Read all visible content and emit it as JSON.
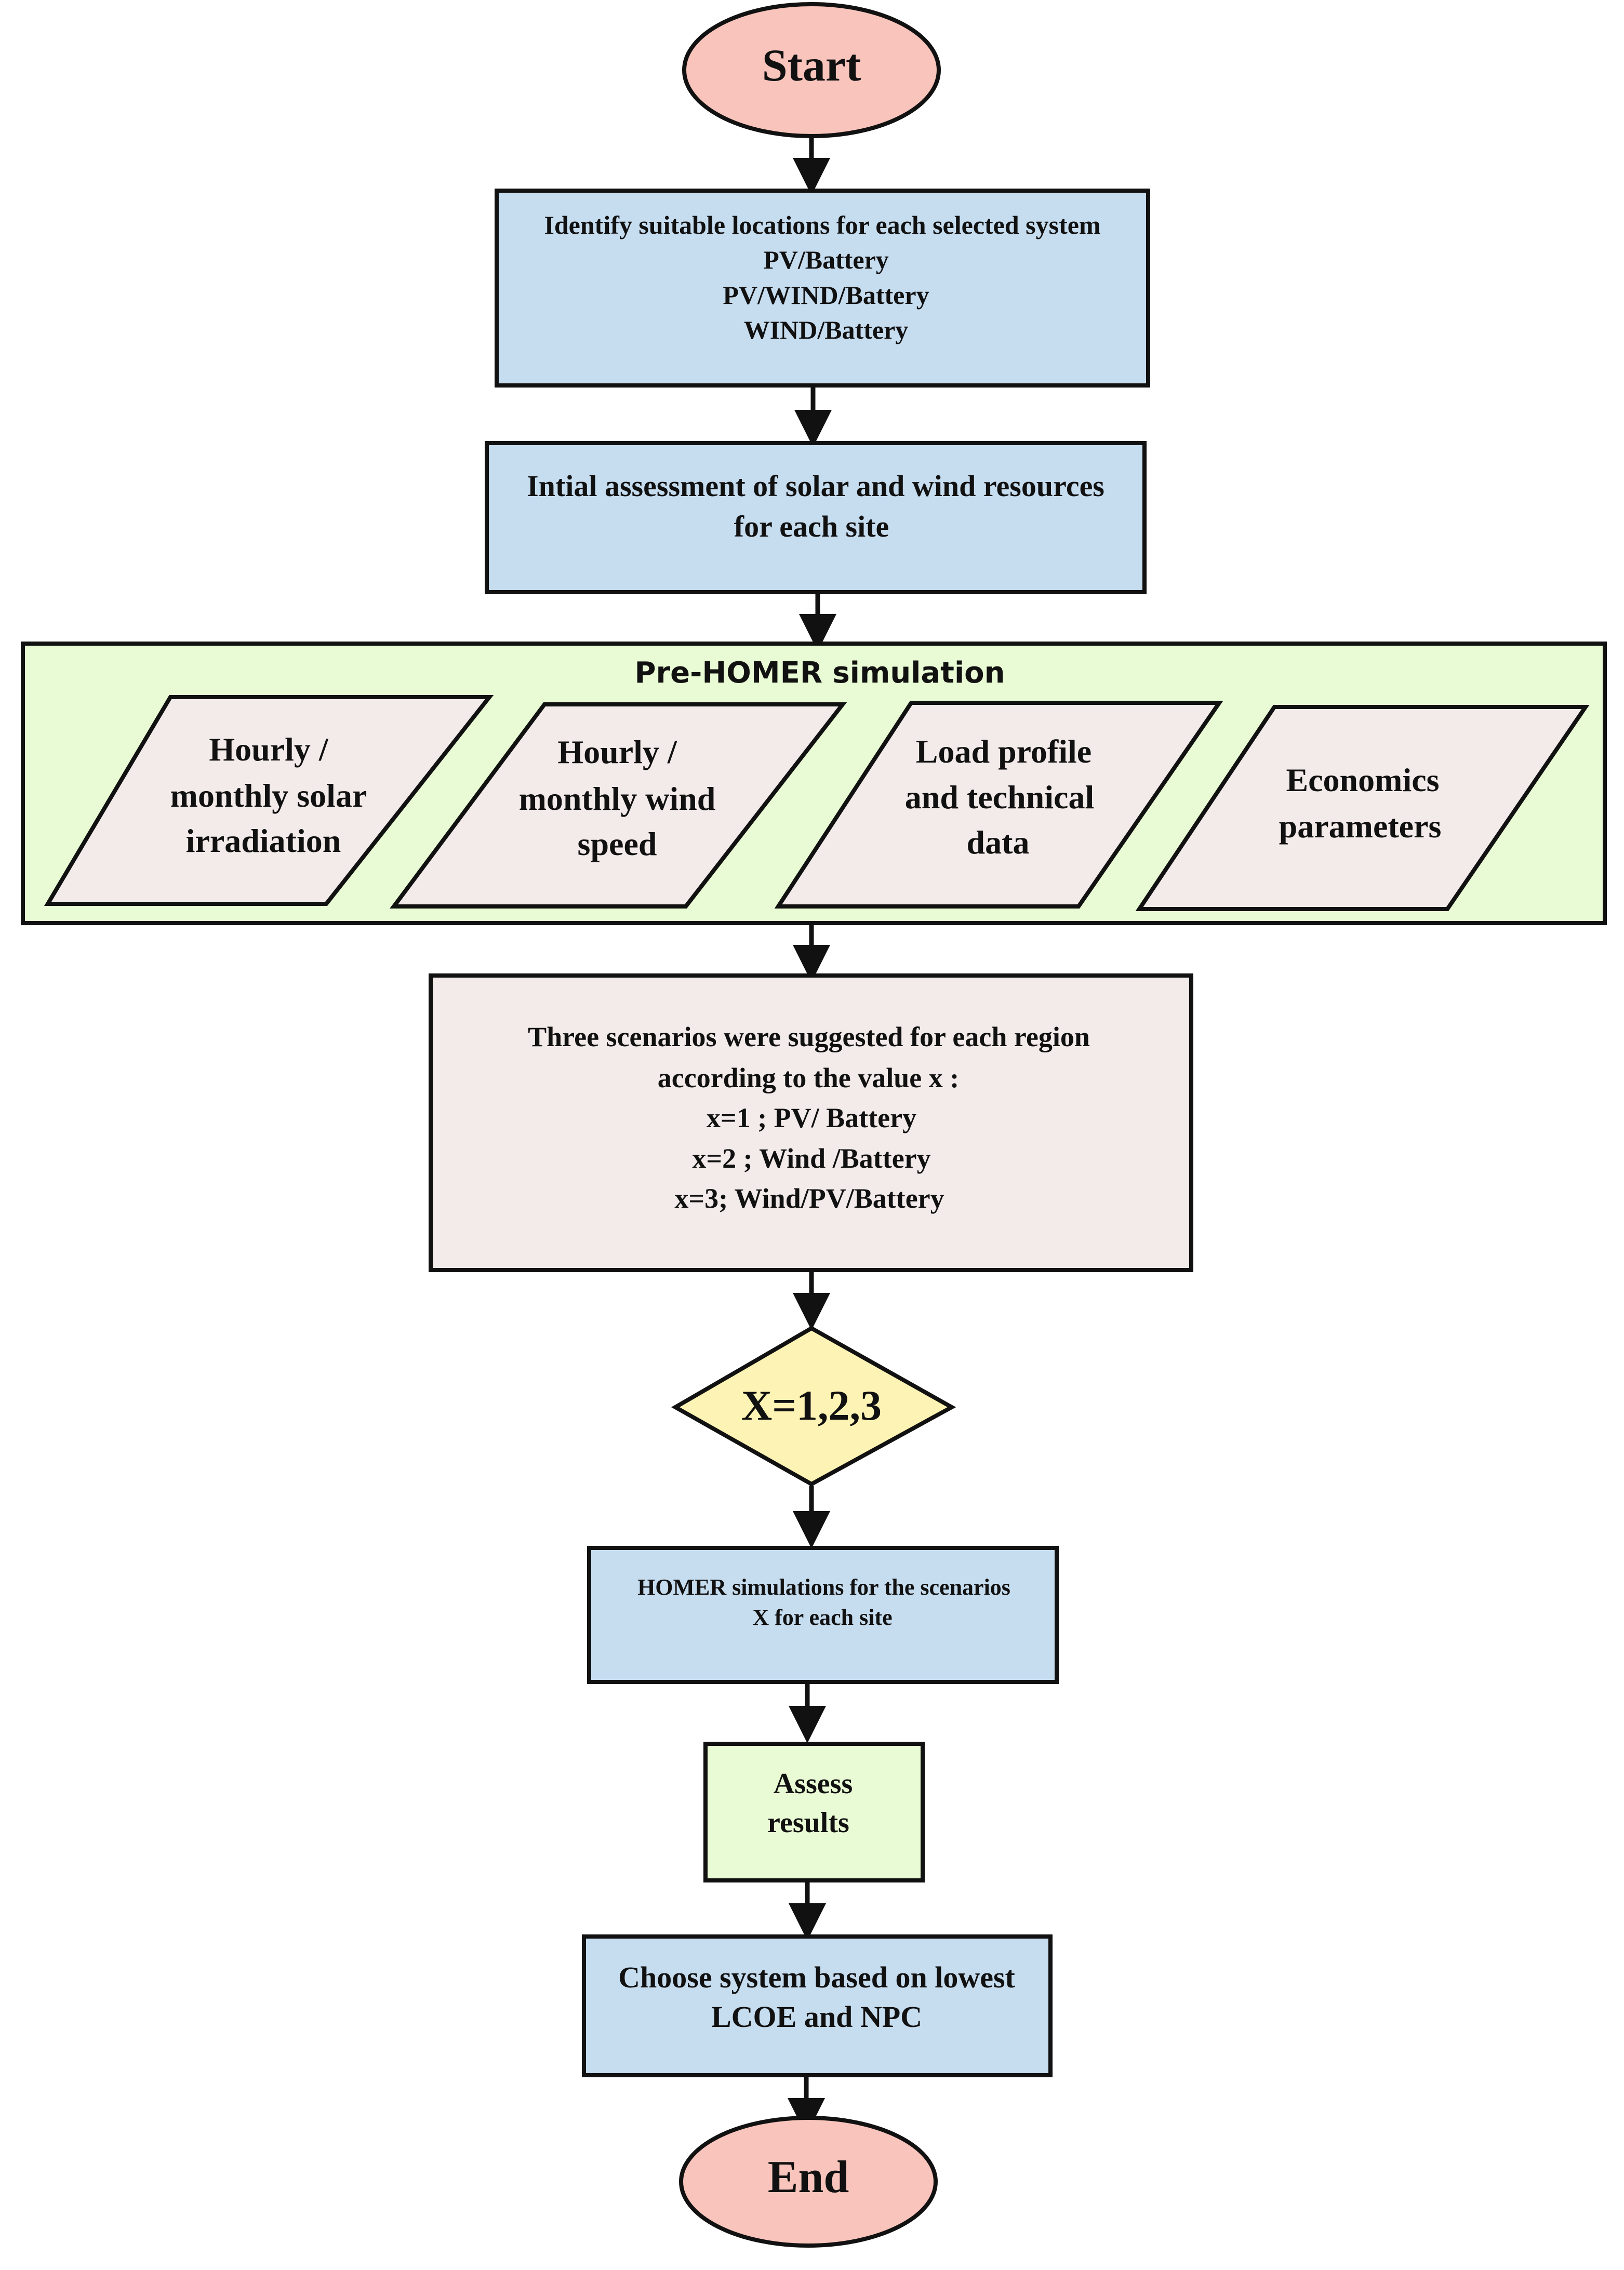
{
  "colors": {
    "terminal_fill": "#f8c4bb",
    "process_fill": "#c6dcef",
    "group_fill": "#e9fbd4",
    "input_fill": "#f2ebe9",
    "scenario_fill": "#f2ebe9",
    "decision_fill": "#fdf3b4",
    "assess_fill": "#e9fbd4",
    "stroke": "#111111"
  },
  "nodes": {
    "start": {
      "label": "Start"
    },
    "identify": {
      "line1": "Identify suitable locations for each selected system",
      "line2": "PV/Battery",
      "line3": "PV/WIND/Battery",
      "line4": "WIND/Battery"
    },
    "assessment": {
      "line1": "Intial assessment of solar and wind resources",
      "line2": "for each site"
    },
    "pre_homer": {
      "title": "Pre-HOMER simulation",
      "inputs": [
        {
          "line1": "Hourly /",
          "line2": "monthly solar",
          "line3": "irradiation"
        },
        {
          "line1": "Hourly /",
          "line2": "monthly wind",
          "line3": "speed"
        },
        {
          "line1": "Load profile",
          "line2": "and technical",
          "line3": "data"
        },
        {
          "line1": "Economics",
          "line2": "parameters"
        }
      ]
    },
    "scenarios": {
      "line1": "Three scenarios were suggested for each region",
      "line2": "according to the value x :",
      "line3": "x=1 ; PV/ Battery",
      "line4": "x=2 ; Wind /Battery",
      "line5": "x=3; Wind/PV/Battery"
    },
    "decision": {
      "label": "X=1,2,3"
    },
    "homer_sim": {
      "line1": "HOMER simulations for the  scenarios",
      "line2": "X for each site"
    },
    "assess": {
      "line1": "Assess",
      "line2": "results"
    },
    "choose": {
      "line1": "Choose system based on lowest",
      "line2": "LCOE and NPC"
    },
    "end": {
      "label": "End"
    }
  }
}
